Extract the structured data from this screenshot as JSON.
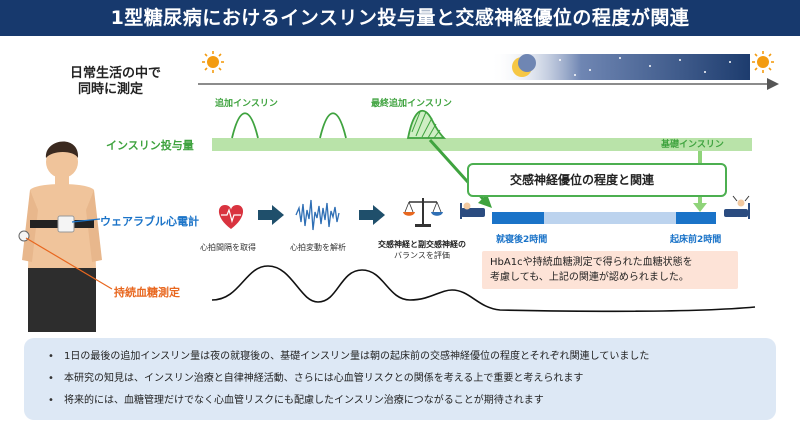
{
  "title": "1型糖尿病におけるインスリン投与量と交感神経優位の程度が関連",
  "timeline": {
    "daily_life_line1": "日常生活の中で",
    "daily_life_line2": "同時に測定"
  },
  "insulin": {
    "dose_label": "インスリン投与量",
    "additional_label": "追加インスリン",
    "final_additional_label": "最終追加インスリン",
    "basal_label": "基礎インスリン"
  },
  "relation_label": "交感神経優位の程度と関連",
  "devices": {
    "wearable_ecg": "ウェアラブル心電計",
    "cgm": "持続血糖測定"
  },
  "process": {
    "step1": "心拍間隔を取得",
    "step2": "心拍変動を解析",
    "step3_line1": "交感神経と副交感神経の",
    "step3_line2": "バランスを評価"
  },
  "sleep": {
    "after_sleep": "就寝後2時間",
    "before_wake": "起床前2時間"
  },
  "note": {
    "line1": "HbA1cや持続血糖測定で得られた血糖状態を",
    "line2": "考慮しても、上記の関連が認められました。"
  },
  "summary": [
    "1日の最後の追加インスリン量は夜の就寝後の、基礎インスリン量は朝の起床前の交感神経優位の程度とそれぞれ関連していました",
    "本研究の知見は、インスリン治療と自律神経活動、さらには心血管リスクとの関係を考える上で重要と考えられます",
    "将来的には、血糖管理だけでなく心血管リスクにも配慮したインスリン治療につながることが期待されます"
  ],
  "colors": {
    "title_bg": "#17396d",
    "insulin_green": "#3fa33f",
    "basal_bar": "#b9e3a9",
    "blue_accent": "#1a73c8",
    "orange_accent": "#e8671f",
    "night_sky": "#1d3c6e",
    "summary_bg": "#dde8f5",
    "note_bg": "#fde3d7"
  },
  "icons": [
    "sun-icon",
    "moon-icon",
    "heart-icon",
    "ecg-wave-icon",
    "balance-scale-icon",
    "sleeping-person-icon",
    "waking-person-icon",
    "target-icon",
    "arrow-right-icon"
  ]
}
